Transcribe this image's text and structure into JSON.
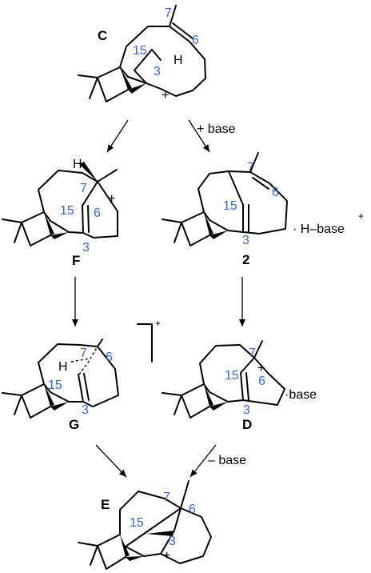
{
  "compounds": {
    "C": {
      "label": "C",
      "atoms": {
        "a7": "7",
        "a6": "6",
        "a15": "15",
        "a3": "3"
      },
      "h": "H",
      "charge": "+"
    },
    "F": {
      "label": "F",
      "atoms": {
        "a7": "7",
        "a6": "6",
        "a15": "15",
        "a3": "3"
      },
      "h": "H",
      "charge": "+"
    },
    "2": {
      "label": "2",
      "atoms": {
        "a7": "7",
        "a6": "6",
        "a15": "15",
        "a3": "3"
      },
      "byproduct": "· H–base",
      "charge": "+"
    },
    "G": {
      "label": "G",
      "atoms": {
        "a7": "7",
        "a6": "6",
        "a15": "15",
        "a3": "3"
      },
      "h": "H",
      "charge": "+"
    },
    "D": {
      "label": "D",
      "atoms": {
        "a7": "7",
        "a6": "6",
        "a15": "15",
        "a3": "3"
      },
      "charge": "+",
      "base": "·base"
    },
    "E": {
      "label": "E",
      "atoms": {
        "a7": "7",
        "a6": "6",
        "a15": "15",
        "a3": "3"
      },
      "charge": "+"
    }
  },
  "reagents": {
    "c_to_2": "+ base",
    "d_to_e": "– base"
  },
  "colors": {
    "atom_numbers": "#3a66d6",
    "structure": "#000000"
  }
}
